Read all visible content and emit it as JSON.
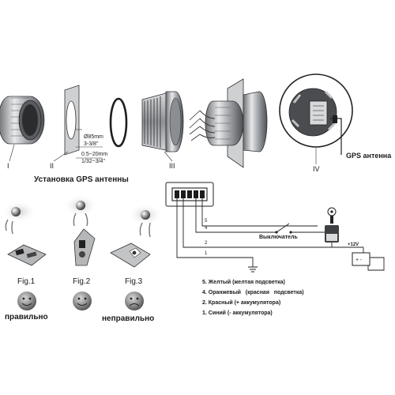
{
  "install": {
    "part_labels": [
      "I",
      "II",
      "III",
      "IV"
    ],
    "dim_diameter": "Ø85mm",
    "dim_diameter_in": "3-3/8\"",
    "dim_thickness": "0.5~20mm",
    "dim_thickness_in": "1/32~3/4\"",
    "gps_antenna_label": "GPS антенна",
    "caption": "Установка GPS антенны"
  },
  "placement": {
    "fig1": "Fig.1",
    "fig2": "Fig.2",
    "fig3": "Fig.3",
    "correct": "правильно",
    "incorrect": "неправильно"
  },
  "wiring": {
    "pin_numbers": [
      "5",
      "4",
      "2",
      "1"
    ],
    "switch_label": "Выключатель",
    "voltage_label": "+12V",
    "legend": [
      "5. Желтый (желтая подсветка)",
      "4. Оранжевый   (красная   подсветка)",
      "2. Красный (+ аккумулятора)",
      "1. Синий (- аккумулятора)"
    ]
  }
}
